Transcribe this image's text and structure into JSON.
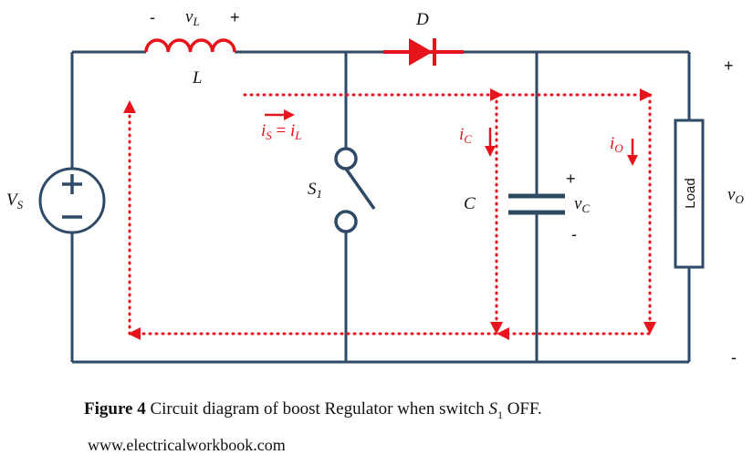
{
  "colors": {
    "wire": "#2e4a66",
    "current": "#e8141c",
    "text": "#111111"
  },
  "circuit": {
    "source": {
      "name": "V",
      "sub": "S"
    },
    "inductor": {
      "name": "L"
    },
    "inductor_voltage": {
      "minus": "-",
      "name": "v",
      "sub": "L",
      "plus": "+"
    },
    "diode": {
      "name": "D"
    },
    "switch": {
      "name": "S",
      "sub": "1"
    },
    "capacitor": {
      "name": "C"
    },
    "capacitor_voltage": {
      "plus": "+",
      "name": "v",
      "sub": "C",
      "minus": "-"
    },
    "load": {
      "label": "Load"
    },
    "output": {
      "plus": "+",
      "name": "v",
      "sub": "O",
      "minus": "-"
    }
  },
  "currents": {
    "switch_current": {
      "name1": "i",
      "sub1": "S",
      "eq": " = ",
      "name2": "i",
      "sub2": "L"
    },
    "capacitor_current": {
      "name": "i",
      "sub": "C"
    },
    "output_current": {
      "name": "i",
      "sub": "O"
    }
  },
  "caption": {
    "prefix": "Figure 4",
    "text_before": " Circuit diagram of boost Regulator when switch ",
    "switch_name": "S",
    "switch_sub": "1",
    "text_after": " OFF."
  },
  "website": "www.electricalworkbook.com"
}
